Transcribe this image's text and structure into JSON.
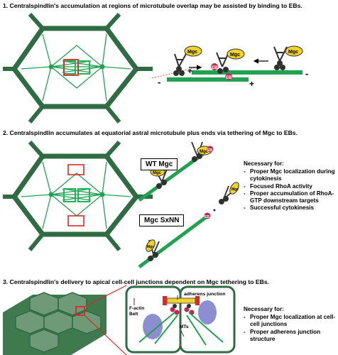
{
  "colors": {
    "cell_border": "#2f6b43",
    "microtubule": "#22a152",
    "chromosome": "#1fb35a",
    "highlight_box": "#d82a2a",
    "centralspindlin": "#303030",
    "mgc_yellow": "#f1d32c",
    "eb_pink": "#c2294f",
    "nucleus": "#8c8ed1"
  },
  "panel1": {
    "heading": "1.  Centralspindlin's accumulation at regions of microtubule overlap may be assisted by binding to EBs.",
    "labels": {
      "mgc": "Mgc",
      "eb": "EB",
      "minus": "-",
      "plus": "+"
    }
  },
  "panel2": {
    "heading": "2.  Centralspindlin accumulates at equatorial astral microtubule plus ends via tethering of Mgc to EBs.",
    "wt_label": "WT Mgc",
    "mutant_label": "Mgc SxNN",
    "labels": {
      "mgc": "Mgc",
      "eb": "EB"
    },
    "necessary_title": "Necessary for:",
    "necessary_items": [
      "Proper Mgc localization during cytokinesis",
      "Focused RhoA activity",
      "Proper accumulation of RhoA-GTP downstream targets",
      "Successful cytokinesis"
    ]
  },
  "panel3": {
    "heading": "3.  Centralspindlin's delivery to apical cell-cell junctions dependent on Mgc tethering to EBs.",
    "labels": {
      "adherens": "adherens junction",
      "factin": "F-actin",
      "belt": "Belt",
      "mts": "MTs"
    },
    "necessary_title": "Necessary for:",
    "necessary_items": [
      "Proper Mgc localization at cell-cell junctions",
      "Proper adherens junction structure"
    ]
  }
}
